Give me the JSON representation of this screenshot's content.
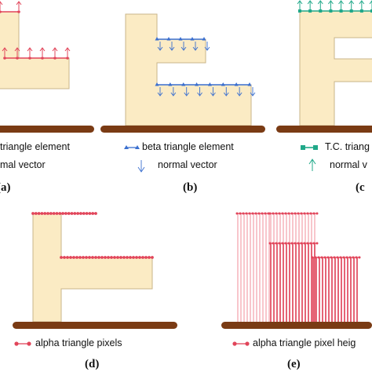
{
  "colors": {
    "shape_fill": "#fbebc4",
    "shape_stroke": "#c9b48a",
    "ground": "#7a3b14",
    "alpha": "#e1455a",
    "beta": "#3a6fcf",
    "tc": "#20a889",
    "pixel_light": "#f7b8c0",
    "pixel_dark": "#e25366"
  },
  "panels": {
    "a": {
      "label": "(a)",
      "legend_element": "triangle element",
      "legend_normal": "mal vector"
    },
    "b": {
      "label": "(b)",
      "legend_element": "beta triangle element",
      "legend_normal": "normal vector"
    },
    "c": {
      "label": "(c",
      "legend_element": "T.C. triang",
      "legend_normal": "normal v"
    },
    "d": {
      "label": "(d)",
      "legend_pixels": "alpha triangle pixels"
    },
    "e": {
      "label": "(e)",
      "legend_pixels": "alpha triangle pixel heig"
    }
  }
}
